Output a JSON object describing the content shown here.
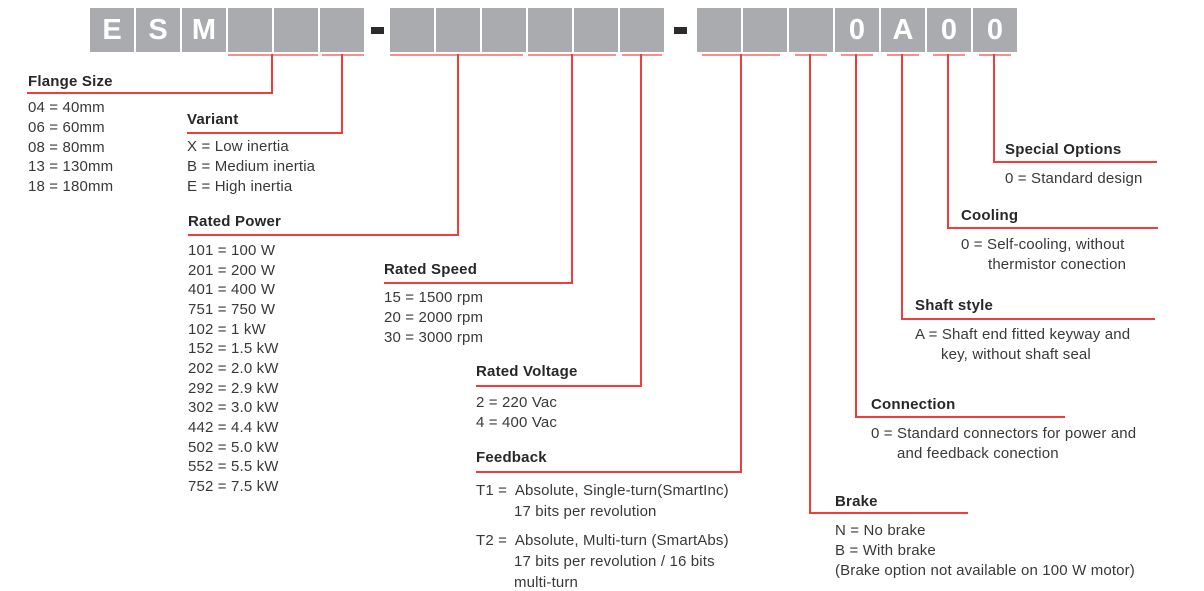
{
  "model_code": {
    "boxes": [
      "E",
      "S",
      "M",
      "",
      "",
      "",
      "",
      "",
      "",
      "",
      "",
      "",
      "",
      "",
      "",
      "0",
      "A",
      "0",
      "0"
    ],
    "separator_char": "-"
  },
  "sections": [
    {
      "id": "flange-size",
      "title": "Flange Size",
      "lines": [
        {
          "text": "04 = 40mm"
        },
        {
          "text": "06 = 60mm"
        },
        {
          "text": "08 = 80mm"
        },
        {
          "text": "13 = 130mm"
        },
        {
          "text": "18 = 180mm"
        }
      ]
    },
    {
      "id": "variant",
      "title": "Variant",
      "lines": [
        {
          "text": "X = Low inertia"
        },
        {
          "text": "B = Medium inertia"
        },
        {
          "text": "E = High inertia"
        }
      ]
    },
    {
      "id": "rated-power",
      "title": "Rated Power",
      "lines": [
        {
          "text": "101 = 100 W"
        },
        {
          "text": "201 = 200 W"
        },
        {
          "text": "401 = 400 W"
        },
        {
          "text": "751 = 750 W"
        },
        {
          "text": "102 = 1 kW"
        },
        {
          "text": "152 = 1.5 kW"
        },
        {
          "text": "202 = 2.0 kW"
        },
        {
          "text": "292 = 2.9 kW"
        },
        {
          "text": "302 = 3.0 kW"
        },
        {
          "text": "442 = 4.4 kW"
        },
        {
          "text": "502 = 5.0 kW"
        },
        {
          "text": "552 = 5.5 kW"
        },
        {
          "text": "752 = 7.5 kW"
        }
      ]
    },
    {
      "id": "rated-speed",
      "title": "Rated Speed",
      "lines": [
        {
          "text": "15 = 1500 rpm"
        },
        {
          "text": "20 = 2000 rpm"
        },
        {
          "text": "30 = 3000 rpm"
        }
      ]
    },
    {
      "id": "rated-voltage",
      "title": "Rated Voltage",
      "lines": [
        {
          "text": "2 = 220 Vac"
        },
        {
          "text": "4 = 400 Vac"
        }
      ]
    },
    {
      "id": "feedback",
      "title": "Feedback",
      "lines": [
        {
          "text": "T1 =  Absolute, Single-turn(SmartInc)"
        },
        {
          "text": "17 bits per revolution",
          "cont": true
        },
        {
          "text": "T2 =  Absolute, Multi-turn (SmartAbs)",
          "gap": true
        },
        {
          "text": "17 bits per revolution / 16 bits",
          "cont": true
        },
        {
          "text": "multi-turn",
          "cont": true
        }
      ]
    },
    {
      "id": "brake",
      "title": "Brake",
      "lines": [
        {
          "text": "N = No brake"
        },
        {
          "text": "B = With brake"
        },
        {
          "text": "(Brake option not available on 100 W motor)"
        }
      ]
    },
    {
      "id": "connection",
      "title": "Connection",
      "lines": [
        {
          "text": "0 = Standard connectors for power and"
        },
        {
          "text": "and feedback conection",
          "cont": true
        }
      ]
    },
    {
      "id": "shaft-style",
      "title": "Shaft style",
      "lines": [
        {
          "text": "A = Shaft end fitted keyway and"
        },
        {
          "text": "key, without shaft seal",
          "cont": true
        }
      ]
    },
    {
      "id": "cooling",
      "title": "Cooling",
      "lines": [
        {
          "text": "0 = Self-cooling, without"
        },
        {
          "text": "thermistor conection",
          "cont": true
        }
      ]
    },
    {
      "id": "special-options",
      "title": "Special Options",
      "lines": [
        {
          "text": "0 = Standard design"
        }
      ]
    }
  ],
  "colors": {
    "box_gray": "#a9abae",
    "box_letter_white": "#ffffff",
    "line_red": "#ee3d3d",
    "bracket_light_red": "#f4908f",
    "dash_dark": "#2b2b2e",
    "text_dark": "#39393b"
  }
}
